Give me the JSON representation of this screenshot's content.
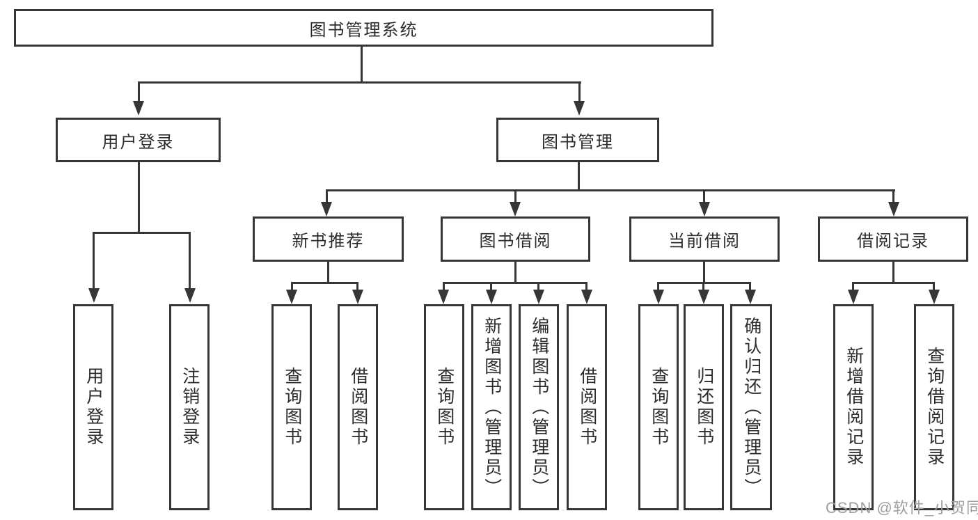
{
  "diagram": {
    "root": "图书管理系统",
    "user_login_branch": {
      "label": "用户登录",
      "children": [
        "用户登录",
        "注销登录"
      ]
    },
    "book_mgmt_branch": {
      "label": "图书管理",
      "groups": [
        {
          "label": "新书推荐",
          "children": [
            "查询图书",
            "借阅图书"
          ]
        },
        {
          "label": "图书借阅",
          "children": [
            "查询图书",
            "新增图书（管理员）",
            "编辑图书（管理员）",
            "借阅图书"
          ]
        },
        {
          "label": "当前借阅",
          "children": [
            "查询图书",
            "归还图书",
            "确认归还（管理员）"
          ]
        },
        {
          "label": "借阅记录",
          "children": [
            "新增借阅记录",
            "查询借阅记录"
          ]
        }
      ]
    },
    "watermark": "CSDN @软件_小贺同学",
    "colors": {
      "line": "#363636",
      "text": "#2b2b2b",
      "watermark": "#9e9e9e",
      "background": "#ffffff"
    }
  }
}
